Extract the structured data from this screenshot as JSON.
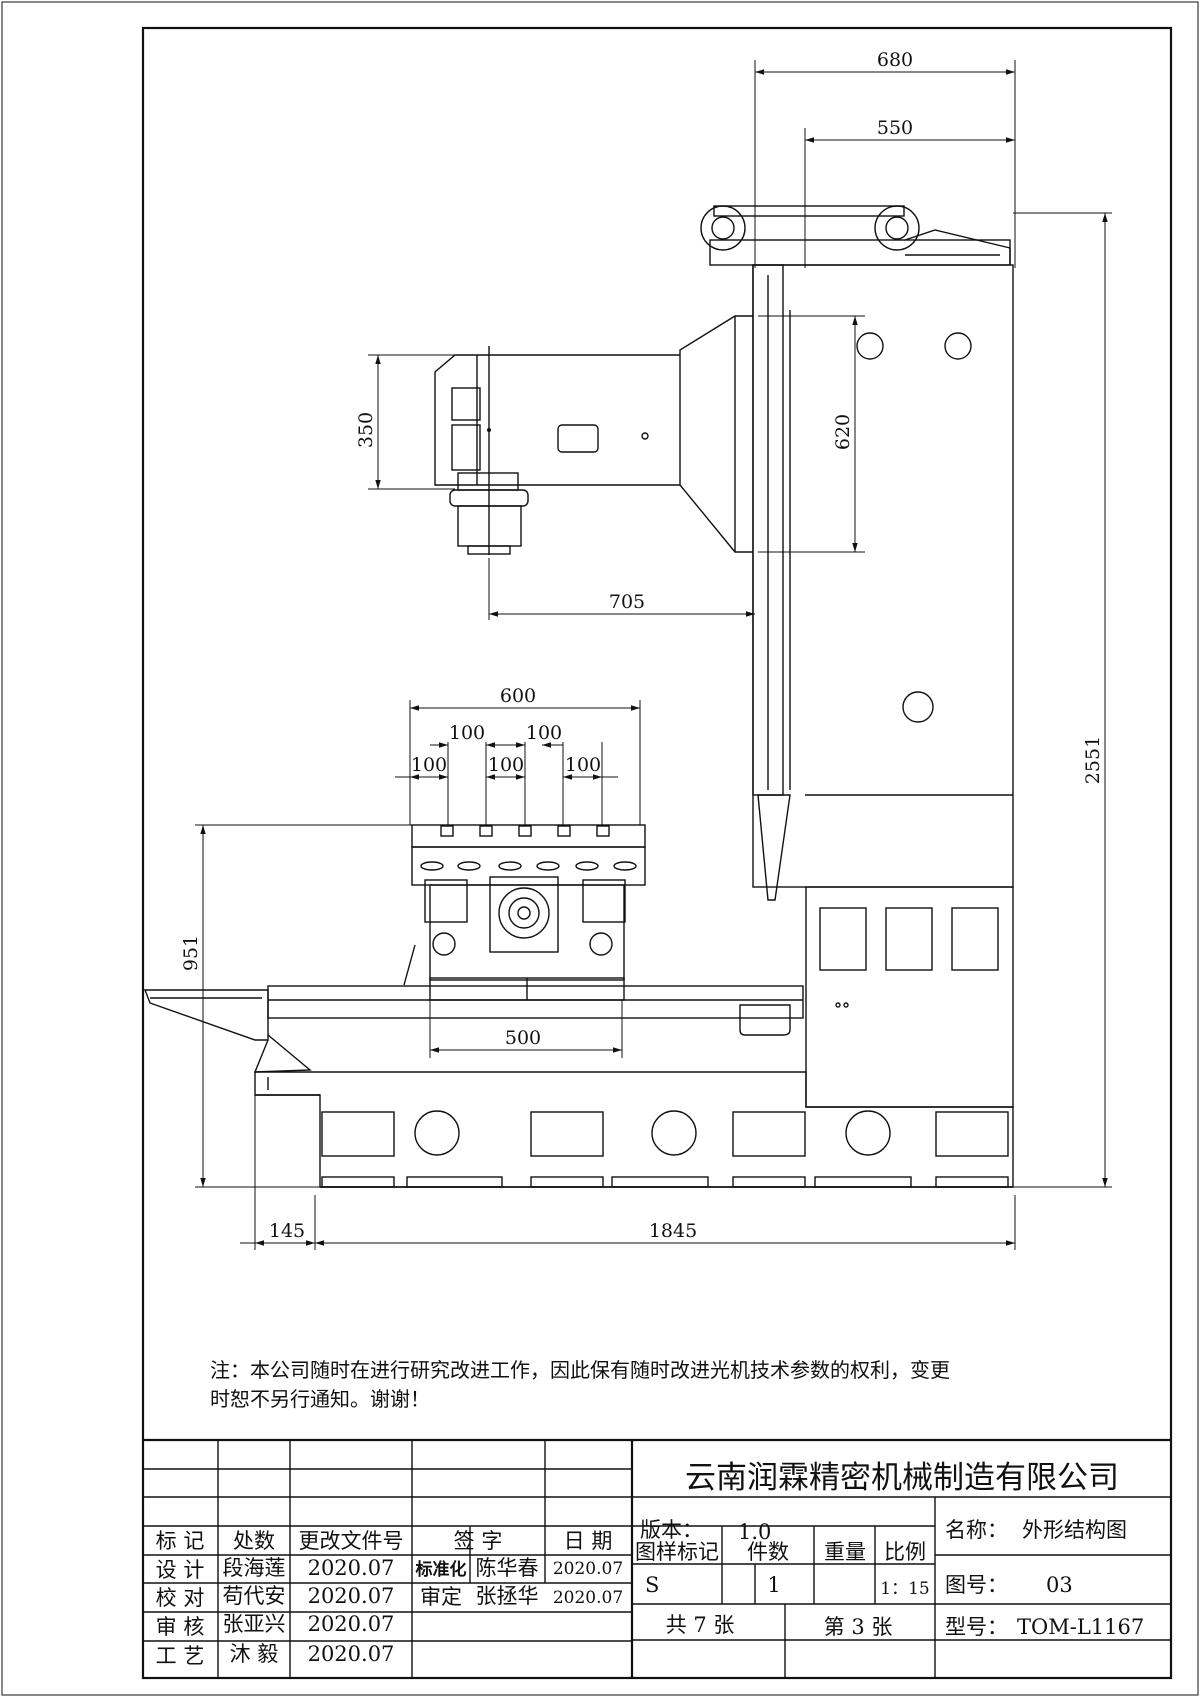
{
  "dimensions": {
    "d680": "680",
    "d550": "550",
    "d350": "350",
    "d620": "620",
    "d705": "705",
    "d600": "600",
    "d100a": "100",
    "d100b": "100",
    "d100c": "100",
    "d100d": "100",
    "d100e": "100",
    "d951": "951",
    "d2551": "2551",
    "d500": "500",
    "d145": "145",
    "d1845": "1845"
  },
  "note": {
    "line1": "注：本公司随时在进行研究改进工作，因此保有随时改进光机技术参数的权利，变更",
    "line2": "时恕不另行通知。谢谢！"
  },
  "title_block": {
    "company": "云南润霖精密机械制造有限公司",
    "headers": {
      "mark": "标 记",
      "count": "处数",
      "doc": "更改文件号",
      "sign": "签 字",
      "date": "日 期"
    },
    "rows": [
      {
        "role": "设 计",
        "name": "段海莲",
        "date": "2020.07"
      },
      {
        "role": "校 对",
        "name": "苟代安",
        "date": "2020.07"
      },
      {
        "role": "审 核",
        "name": "张亚兴",
        "date": "2020.07"
      },
      {
        "role": "工 艺",
        "name": "沐 毅",
        "date": "2020.07"
      }
    ],
    "standard": {
      "label": "标准化",
      "name": "陈华春",
      "date": "2020.07"
    },
    "approve": {
      "label": "审定",
      "name": "张拯华",
      "date": "2020.07"
    },
    "version_label": "版本：",
    "version": "1.0",
    "sample_mark": "图样标记",
    "pieces": "件数",
    "weight": "重量",
    "scale_label": "比例",
    "sample_value": "S",
    "pieces_value": "1",
    "scale_value": "1：15",
    "total_sheets": "共 7 张",
    "sheet_no": "第 3 张",
    "name_label": "名称：",
    "name_value": "外形结构图",
    "drawing_no_label": "图号：",
    "drawing_no": "03",
    "model_label": "型号：",
    "model": "TOM-L1167"
  }
}
